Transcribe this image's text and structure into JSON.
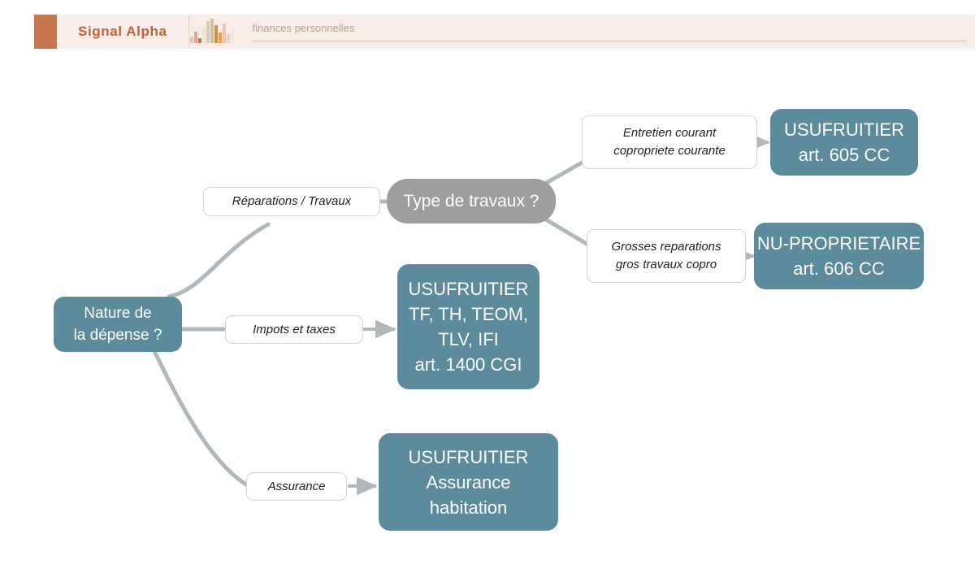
{
  "header": {
    "brand": "Signal Alpha",
    "subtitle": "finances personnelles",
    "accent_color": "#c8764f",
    "brand_color": "#c0623c",
    "background_color": "#f7ece6",
    "logo_icon": "bar-chart-icon",
    "logo_bars": [
      {
        "height": 8,
        "color": "#e6c4b6"
      },
      {
        "height": 14,
        "color": "#d9a896"
      },
      {
        "height": 6,
        "color": "#c8764f"
      },
      {
        "height": 19,
        "color": "#efe2d4"
      },
      {
        "height": 27,
        "color": "#d9cbb4"
      },
      {
        "height": 30,
        "color": "#cfc0a6"
      },
      {
        "height": 22,
        "color": "#d98e3c"
      },
      {
        "height": 13,
        "color": "#e8a44a"
      },
      {
        "height": 24,
        "color": "#eec3b8"
      },
      {
        "height": 11,
        "color": "#e0d6c8"
      },
      {
        "height": 16,
        "color": "#efe6dc"
      }
    ]
  },
  "diagram": {
    "type": "decision-tree",
    "accent_teal": "#5b8b9c",
    "accent_gray": "#9e9e9e",
    "edge_color": "#b0b8bc",
    "nodes": {
      "root": {
        "id": "nature-de-la-depense",
        "kind": "decision",
        "lines": [
          "Nature de",
          "la dépense ?"
        ]
      },
      "type_travaux": {
        "id": "type-de-travaux",
        "kind": "decision",
        "lines": [
          "Type de travaux ?"
        ]
      },
      "usufruitier_605": {
        "id": "usufruitier-605",
        "kind": "outcome",
        "lines": [
          "USUFRUITIER",
          "art. 605 CC"
        ]
      },
      "nu_proprietaire_606": {
        "id": "nu-proprietaire-606",
        "kind": "outcome",
        "lines": [
          "NU-PROPRIETAIRE",
          "art. 606 CC"
        ]
      },
      "usufruitier_impots": {
        "id": "usufruitier-impots",
        "kind": "outcome",
        "lines": [
          "USUFRUITIER",
          "TF, TH, TEOM,",
          "TLV, IFI",
          "art. 1400 CGI"
        ]
      },
      "usufruitier_assurance": {
        "id": "usufruitier-assurance",
        "kind": "outcome",
        "lines": [
          "USUFRUITIER",
          "Assurance",
          "habitation"
        ]
      }
    },
    "edge_labels": {
      "reparations_travaux": {
        "lines": [
          "Réparations / Travaux"
        ]
      },
      "impots_et_taxes": {
        "lines": [
          "Impots et taxes"
        ]
      },
      "assurance": {
        "lines": [
          "Assurance"
        ]
      },
      "entretien_courant": {
        "lines": [
          "Entretien courant",
          "copropriete courante"
        ]
      },
      "grosses_reparations": {
        "lines": [
          "Grosses reparations",
          "gros travaux copro"
        ]
      }
    }
  }
}
